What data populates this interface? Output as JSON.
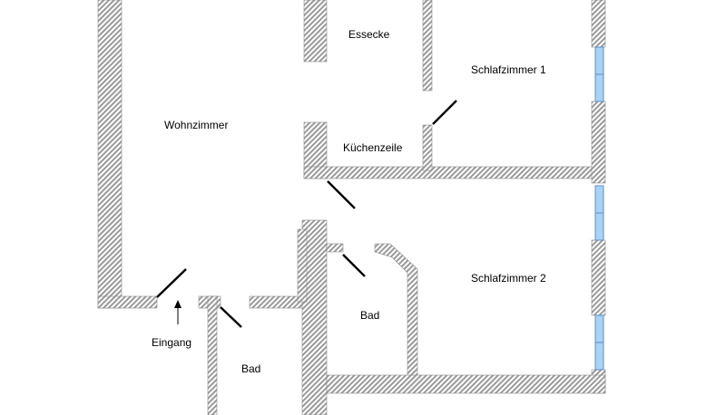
{
  "rooms": {
    "essecke": "Essecke",
    "schlafzimmer_1": "Schlafzimmer 1",
    "wohnzimmer": "Wohnzimmer",
    "kuechenzeile": "Küchenzeile",
    "schlafzimmer_2": "Schlafzimmer 2",
    "bad_inner": "Bad",
    "eingang": "Eingang",
    "bad_lower": "Bad"
  },
  "colors": {
    "wall_hatch": "#9a9a9a",
    "window_glass": "#a9d2f5",
    "window_frame": "#5e8fc4",
    "text": "#000000"
  },
  "icons": {
    "entrance_marker": "arrow-up-icon"
  }
}
